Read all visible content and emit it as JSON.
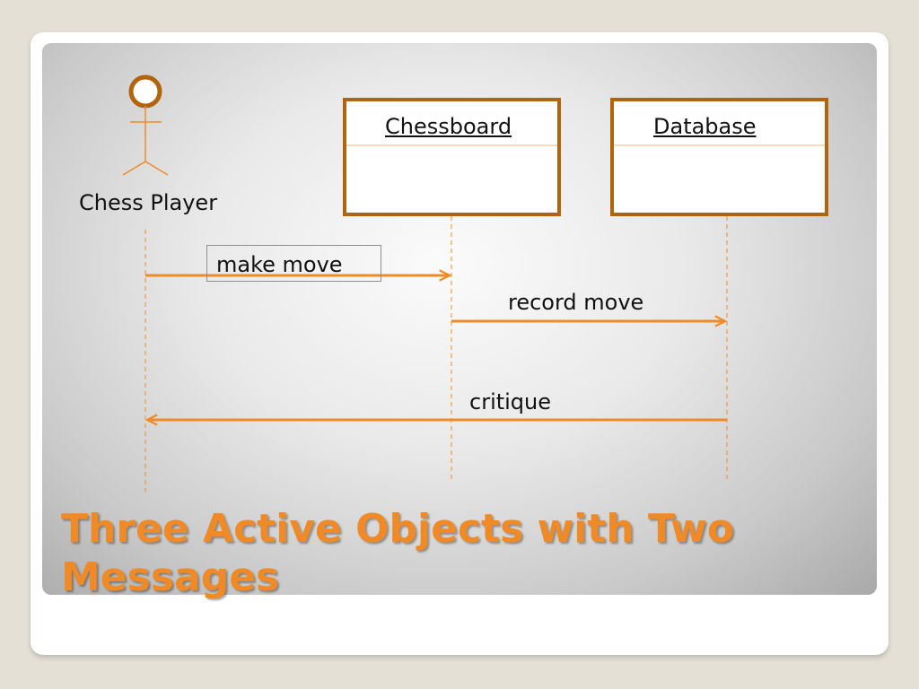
{
  "diagram": {
    "actor": {
      "label": "Chess Player"
    },
    "objects": [
      {
        "id": "chessboard",
        "label": "Chessboard"
      },
      {
        "id": "database",
        "label": "Database"
      }
    ],
    "messages": [
      {
        "label": "make move",
        "from": "actor",
        "to": "chessboard"
      },
      {
        "label": "record move",
        "from": "chessboard",
        "to": "database"
      },
      {
        "label": "critique",
        "from": "database",
        "to": "actor"
      }
    ]
  },
  "slide": {
    "title": "Three Active Objects with Two Messages"
  },
  "colors": {
    "accent": "#f08a26",
    "box_border": "#b2640c",
    "background": "#e4e0d6"
  }
}
